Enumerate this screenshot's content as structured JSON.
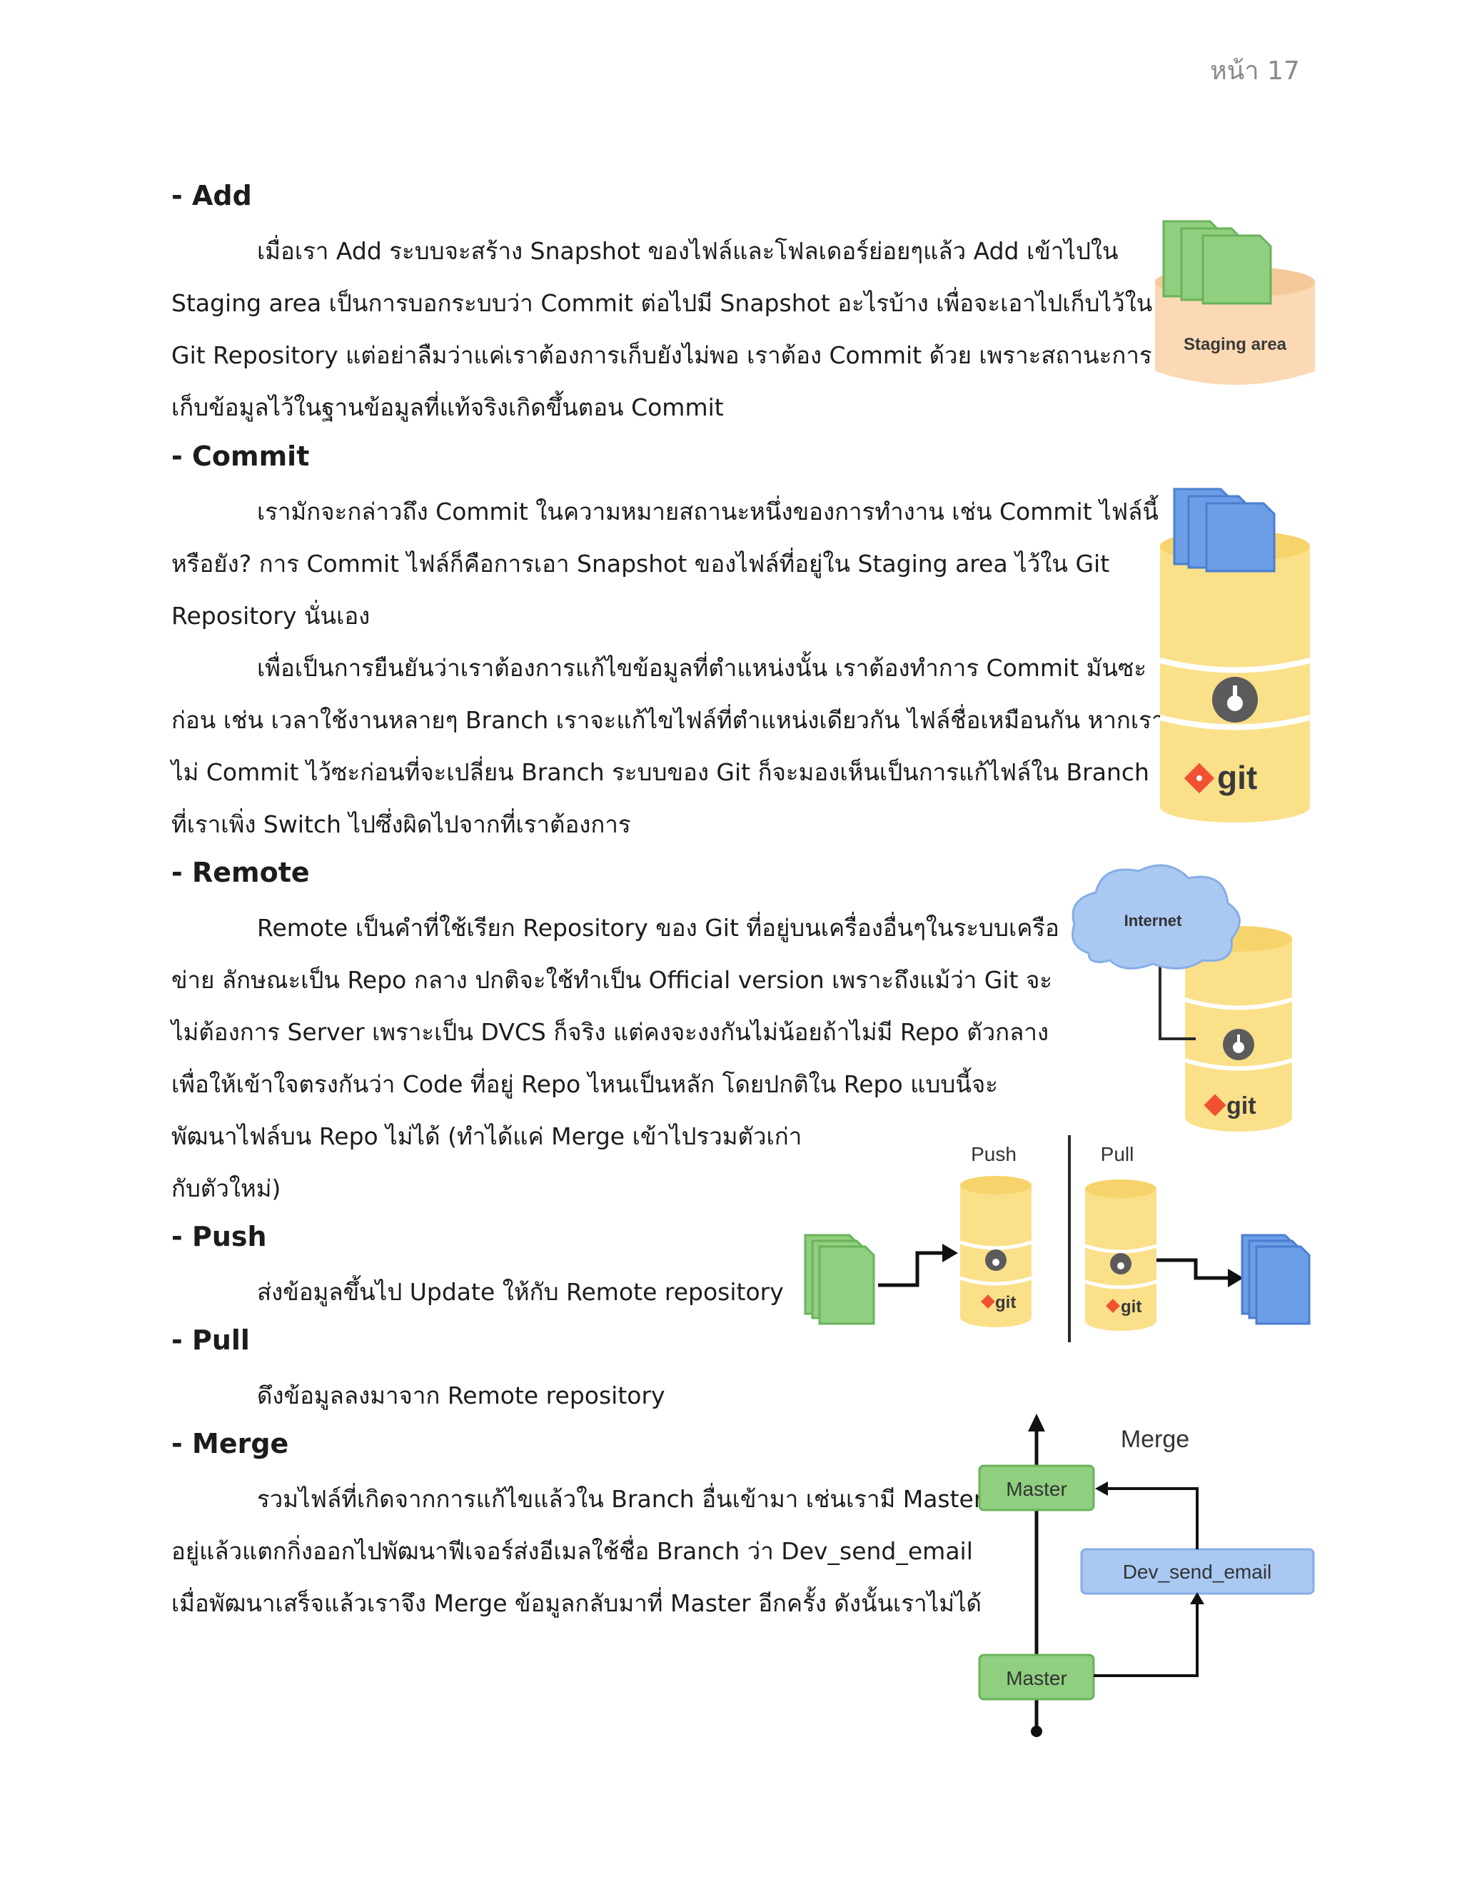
{
  "page_number": "หน้า 17",
  "sections": {
    "add": {
      "heading": "- Add",
      "lines": [
        "เมื่อเรา Add ระบบจะสร้าง Snapshot ของไฟล์และโฟลเดอร์ย่อยๆแล้ว Add เข้าไปใน",
        "Staging area เป็นการบอกระบบว่า Commit ต่อไปมี Snapshot อะไรบ้าง เพื่อจะเอาไปเก็บไว้ใน",
        "Git Repository แต่อย่าลืมว่าแค่เราต้องการเก็บยังไม่พอ เราต้อง Commit ด้วย เพราะสถานะการ",
        "เก็บข้อมูลไว้ในฐานข้อมูลที่แท้จริงเกิดขึ้นตอน Commit"
      ]
    },
    "commit": {
      "heading": "- Commit",
      "lines": [
        "เรามักจะกล่าวถึง Commit ในความหมายสถานะหนึ่งของการทำงาน เช่น Commit ไฟล์นี้",
        "หรือยัง? การ Commit ไฟล์ก็คือการเอา Snapshot ของไฟล์ที่อยู่ใน Staging area ไว้ใน Git",
        "Repository นั่นเอง",
        "เพื่อเป็นการยืนยันว่าเราต้องการแก้ไขข้อมูลที่ตำแหน่งนั้น เราต้องทำการ Commit มันซะ",
        "ก่อน เช่น เวลาใช้งานหลายๆ Branch เราจะแก้ไขไฟล์ที่ตำแหน่งเดียวกัน ไฟล์ชื่อเหมือนกัน หากเรา",
        "ไม่ Commit ไว้ซะก่อนที่จะเปลี่ยน Branch ระบบของ Git ก็จะมองเห็นเป็นการแก้ไฟล์ใน Branch",
        "ที่เราเพิ่ง Switch ไปซึ่งผิดไปจากที่เราต้องการ"
      ]
    },
    "remote": {
      "heading": "- Remote",
      "lines": [
        "Remote เป็นคำที่ใช้เรียก Repository ของ Git ที่อยู่บนเครื่องอื่นๆในระบบเครือ",
        "ข่าย ลักษณะเป็น Repo กลาง ปกติจะใช้ทำเป็น Official version เพราะถึงแม้ว่า Git จะ",
        "ไม่ต้องการ Server เพราะเป็น DVCS ก็จริง แต่คงจะงงกันไม่น้อยถ้าไม่มี Repo ตัวกลาง",
        "เพื่อให้เข้าใจตรงกันว่า Code ที่อยู่ Repo ไหนเป็นหลัก โดยปกติใน Repo แบบนี้จะ",
        "พัฒนาไฟล์บน Repo ไม่ได้ (ทำได้แค่ Merge เข้าไปรวมตัวเก่า",
        "กับตัวใหม่)"
      ]
    },
    "push": {
      "heading": "- Push",
      "lines": [
        "ส่งข้อมูลขึ้นไป Update ให้กับ Remote repository"
      ]
    },
    "pull": {
      "heading": "- Pull",
      "lines": [
        "ดึงข้อมูลลงมาจาก Remote repository"
      ]
    },
    "merge": {
      "heading": "- Merge",
      "lines": [
        "รวมไฟล์ที่เกิดจากการแก้ไขแล้วใน Branch อื่นเข้ามา เช่นเรามี Master",
        "อยู่แล้วแตกกิ่งออกไปพัฒนาฟีเจอร์ส่งอีเมลใช้ชื่อ Branch ว่า Dev_send_email",
        "เมื่อพัฒนาเสร็จแล้วเราจึง Merge ข้อมูลกลับมาที่ Master อีกครั้ง ดังนั้นเราไม่ได้"
      ]
    }
  },
  "figures": {
    "staging": {
      "label": "Staging area"
    },
    "repo": {
      "logo": "git"
    },
    "remote": {
      "cloud_label": "Internet",
      "logo": "git"
    },
    "pushpull": {
      "push_label": "Push",
      "pull_label": "Pull",
      "logo": "git"
    },
    "merge": {
      "title": "Merge",
      "master_top": "Master",
      "branch": "Dev_send_email",
      "master_bottom": "Master"
    }
  },
  "colors": {
    "green_file": "#8fcf7f",
    "blue_file": "#6b9ee6",
    "cylinder_yellow": "#fbe08a",
    "git_orange": "#f05133",
    "merge_green": "#8fcf7f",
    "merge_blue": "#a9c8f2"
  }
}
